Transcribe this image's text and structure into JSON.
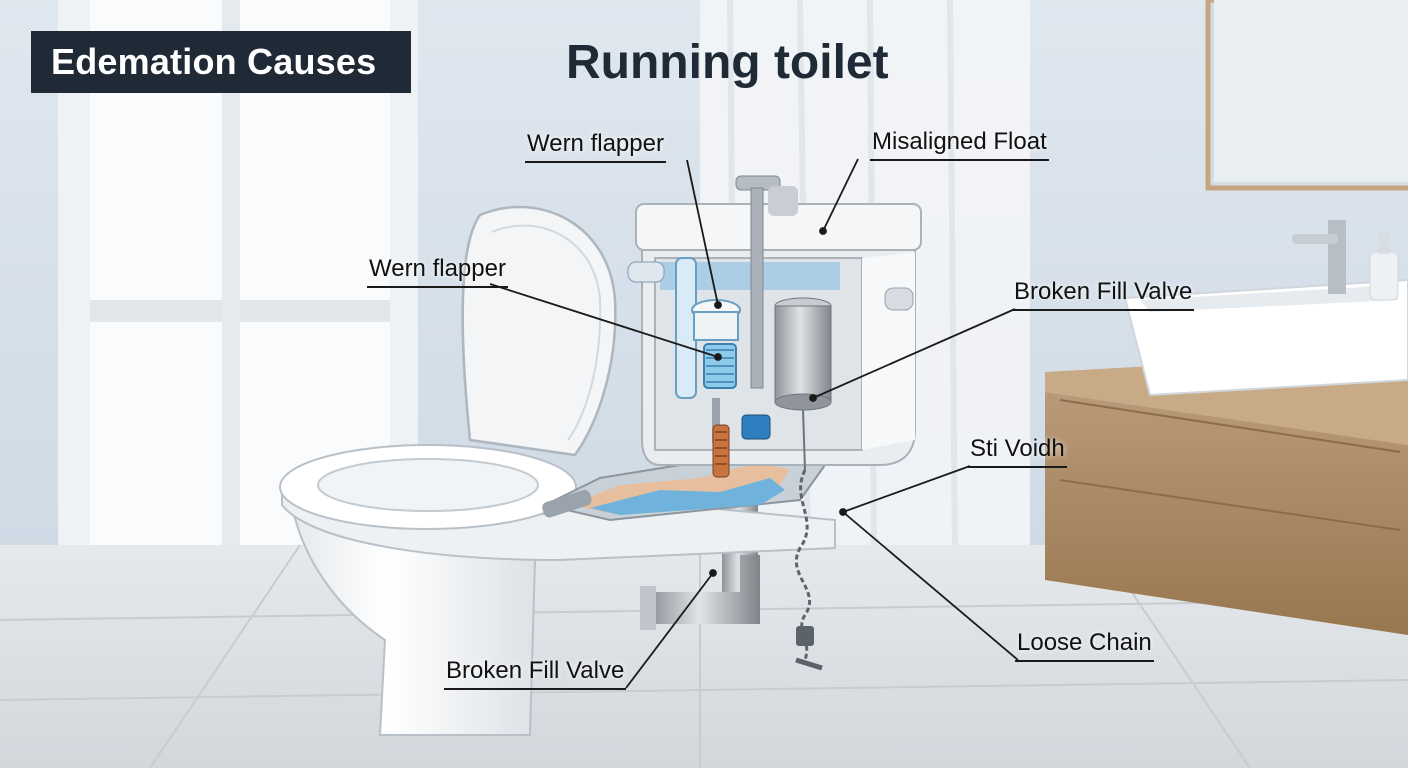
{
  "header": {
    "tag": "Edemation Causes",
    "title": "Running toilet"
  },
  "callouts": [
    {
      "id": "wern-flapper-top",
      "text": "Wern flapper"
    },
    {
      "id": "misaligned-float",
      "text": "Misaligned Float"
    },
    {
      "id": "wern-flapper-left",
      "text": "Wern flapper"
    },
    {
      "id": "broken-fill-valve-right",
      "text": "Broken Fill Valve"
    },
    {
      "id": "sti-voidh",
      "text": "Sti Voidh"
    },
    {
      "id": "loose-chain",
      "text": "Loose Chain"
    },
    {
      "id": "broken-fill-valve-bottom",
      "text": "Broken Fill Valve"
    }
  ],
  "colors": {
    "tag_bg": "#1f2a36",
    "title": "#1f2a36",
    "water": "#6fb3dd",
    "wall": "#c9d7e4",
    "cabinet": "#a4825f"
  }
}
